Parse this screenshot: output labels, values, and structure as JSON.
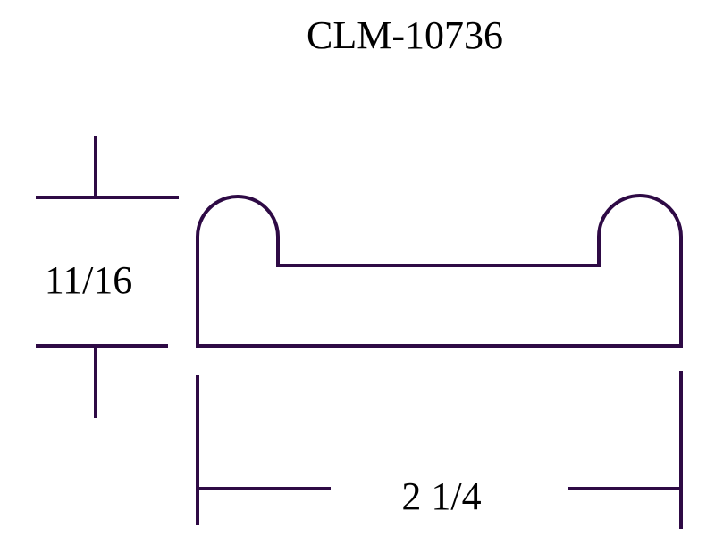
{
  "title": "CLM-10736",
  "dimensions": {
    "height_label": "11/16",
    "width_label": "2 1/4"
  },
  "colors": {
    "line": "#2e0a45",
    "text": "#000000"
  }
}
